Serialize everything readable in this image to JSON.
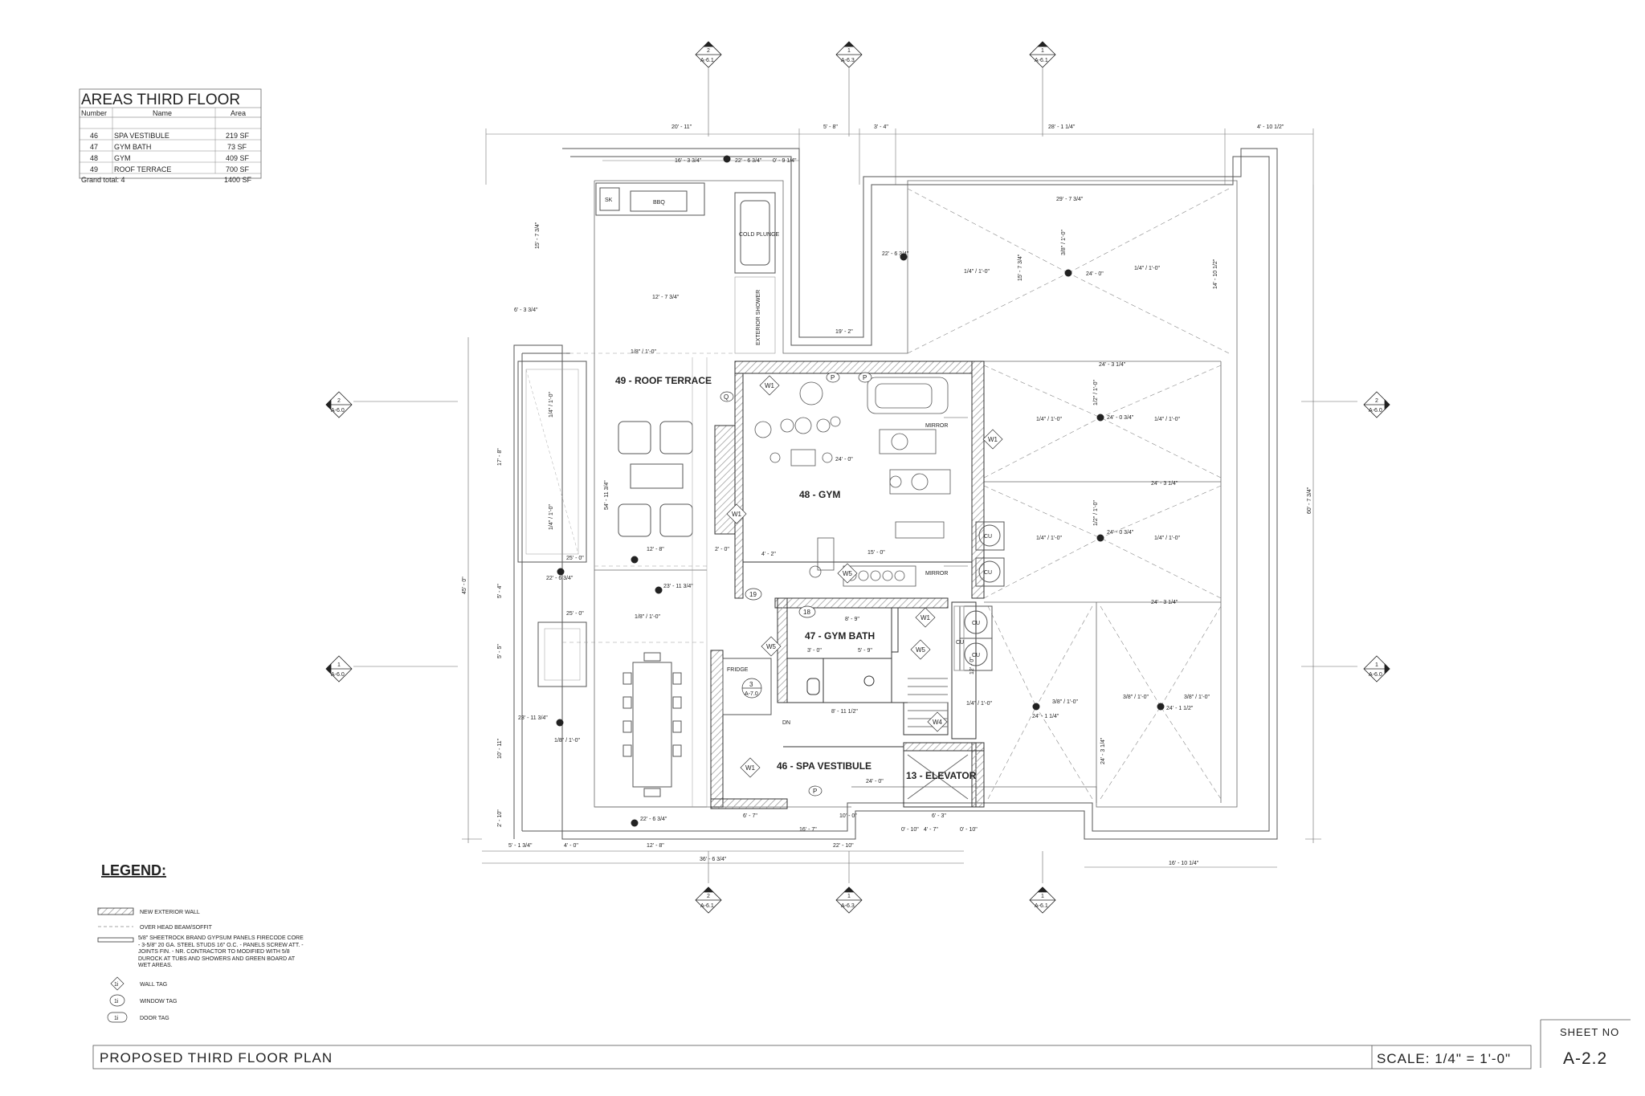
{
  "area_table": {
    "title": "AREAS THIRD FLOOR",
    "headers": [
      "Number",
      "Name",
      "Area"
    ],
    "rows": [
      {
        "number": "46",
        "name": "SPA VESTIBULE",
        "area": "219 SF"
      },
      {
        "number": "47",
        "name": "GYM BATH",
        "area": "73 SF"
      },
      {
        "number": "48",
        "name": "GYM",
        "area": "409 SF"
      },
      {
        "number": "49",
        "name": "ROOF TERRACE",
        "area": "700 SF"
      }
    ],
    "total_label": "Grand total: 4",
    "total_area": "1400 SF"
  },
  "rooms": {
    "roof_terrace": "49 - ROOF TERRACE",
    "gym": "48 - GYM",
    "gym_bath": "47 - GYM BATH",
    "spa_vestibule": "46 - SPA VESTIBULE",
    "elevator": "13 - ELEVATOR"
  },
  "fixtures": {
    "bbq": "BBQ",
    "sk": "SK",
    "cold_plunge": "COLD PLUNGE",
    "exterior_shower": "EXTERIOR SHOWER",
    "mirror_top": "MIRROR",
    "mirror_bottom": "MIRROR",
    "fridge": "FRIDGE",
    "dn": "DN",
    "cu_labels": [
      "CU",
      "CU",
      "CU",
      "CU",
      "CU"
    ]
  },
  "tags": {
    "windows": [
      "W1",
      "W1",
      "W1",
      "W1",
      "W1",
      "W5",
      "W5",
      "W5",
      "W4"
    ],
    "doors": [
      "19",
      "18",
      "P",
      "P",
      "P",
      "Q"
    ],
    "wall": [
      "3",
      "A-7.0"
    ]
  },
  "section_markers": {
    "top": [
      {
        "num": "2",
        "sheet": "A-6.1"
      },
      {
        "num": "1",
        "sheet": "A-6.3"
      },
      {
        "num": "1",
        "sheet": "A-6.1"
      }
    ],
    "bottom": [
      {
        "num": "2",
        "sheet": "A-6.1"
      },
      {
        "num": "1",
        "sheet": "A-6.3"
      },
      {
        "num": "1",
        "sheet": "A-6.1"
      }
    ],
    "left": [
      {
        "num": "2",
        "sheet": "A-6.0"
      },
      {
        "num": "1",
        "sheet": "A-6.0"
      }
    ],
    "right": [
      {
        "num": "2",
        "sheet": "A-6.0"
      },
      {
        "num": "1",
        "sheet": "A-6.0"
      }
    ]
  },
  "dimensions": {
    "top_row": [
      "20' - 11\"",
      "5' - 8\"",
      "3' - 4\"",
      "28' - 1 1/4\"",
      "4' - 10 1/2\""
    ],
    "top_second": [
      "16' - 3 3/4\"",
      "22' - 6 3/4\"",
      "0' - 9 1/4\""
    ],
    "bottom_row": [
      "5' - 1 3/4\"",
      "4' - 0\"",
      "12' - 8\"",
      "16' - 7\"",
      "22' - 10\"",
      "0' - 10\"",
      "4' - 7\"",
      "0' - 10\""
    ],
    "bottom_total": "36' - 6 3/4\"",
    "bottom_right": "16' - 10 1/4\"",
    "left_total": "45' - 0\"",
    "right_total": "60' - 7 3/4\"",
    "interior": [
      "15' - 7 3/4\"",
      "6' - 3 3/4\"",
      "17' - 8\"",
      "5' - 4\"",
      "5' - 5\"",
      "10' - 11\"",
      "2' - 10\"",
      "54' - 11 3/4\"",
      "12' - 7 3/4\"",
      "19' - 2\"",
      "15' - 0\"",
      "12' - 8\"",
      "2' - 0\"",
      "4' - 2\"",
      "8' - 9\"",
      "3' - 0\"",
      "5' - 9\"",
      "8' - 11 1/2\"",
      "6' - 7\"",
      "10' - 0\"",
      "6' - 3\"",
      "12' - 0\"",
      "15' - 7 3/4\"",
      "14' - 10 1/2\"",
      "29' - 7 3/4\""
    ],
    "elevations": [
      "22' - 6 3/4\"",
      "24' - 0\"",
      "24' - 0\"",
      "24' - 0\"",
      "24' - 3 1/4\"",
      "24' - 0 3/4\"",
      "24' - 3 1/4\"",
      "24' - 0 3/4\"",
      "24' - 3 1/4\"",
      "24' - 1 1/4\"",
      "24' - 1 1/2\"",
      "24' - 3 1/4\"",
      "22' - 6 3/4\"",
      "25' - 0\"",
      "25' - 0\"",
      "23' - 11 3/4\"",
      "23' - 11 3/4\"",
      "22' - 6 3/4\""
    ],
    "slopes": [
      "1/4\" / 1'-0\"",
      "3/8\" / 1'-0\"",
      "1/8\" / 1'-0\"",
      "1/2\" / 1'-0\""
    ]
  },
  "legend": {
    "title": "LEGEND:",
    "items": [
      {
        "symbol": "hatched-wall",
        "label": "NEW EXTERIOR WALL"
      },
      {
        "symbol": "dashed-line",
        "label": "OVER HEAD BEAM/SOFFIT"
      },
      {
        "symbol": "double-line",
        "label": "5/8\" SHEETROCK BRAND GYPSUM PANELS FIRECODE CORE - 3-5/8\" 20 GA. STEEL STUDS 16\" O.C. - PANELS SCREW ATT. - JOINTS FIN. - NR. CONTRACTOR TO MODIFIED WITH 5/8 DUROCK AT TUBS AND SHOWERS AND GREEN BOARD AT WET AREAS."
      },
      {
        "symbol": "wall-tag",
        "label": "WALL TAG"
      },
      {
        "symbol": "window-tag",
        "label": "WINDOW TAG"
      },
      {
        "symbol": "door-tag",
        "label": "DOOR TAG"
      }
    ],
    "symbol_text": [
      "1i",
      "1i",
      "1i"
    ]
  },
  "title_block": {
    "plan_title": "PROPOSED THIRD FLOOR PLAN",
    "scale": "SCALE: 1/4\" = 1'-0\"",
    "sheet_no_label": "SHEET NO",
    "sheet_no": "A-2.2"
  },
  "colors": {
    "line": "#3a3a3a",
    "light_line": "#8a8a8a",
    "hatch": "#9a9a9a",
    "text": "#222222"
  }
}
